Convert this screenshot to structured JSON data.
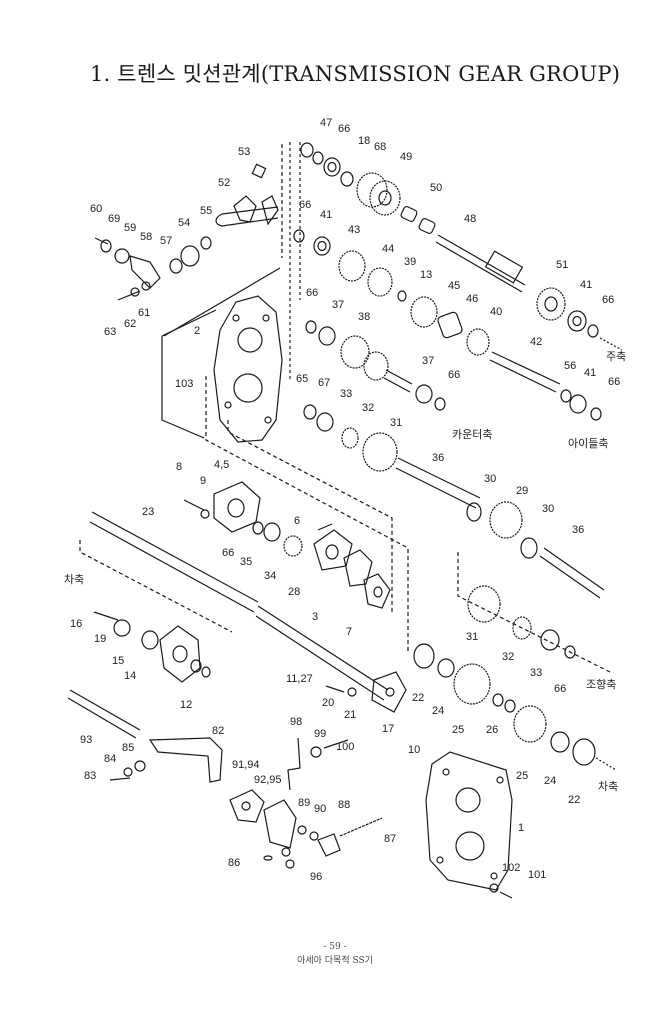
{
  "title": "1. 트렌스 밋션관계(TRANSMISSION GEAR GROUP)",
  "footer": {
    "page_number": "- 59 -",
    "book_title": "아세아 다목적 SS기"
  },
  "shaft_labels": {
    "main_shaft": "주축",
    "counter_shaft": "카운터축",
    "idle_shaft": "아이들축",
    "axle": "차축",
    "steering_shaft": "조향축",
    "axle_right": "차축"
  },
  "part_numbers": [
    "47",
    "66",
    "18",
    "68",
    "49",
    "53",
    "52",
    "50",
    "48",
    "60",
    "69",
    "59",
    "58",
    "54",
    "55",
    "57",
    "66",
    "41",
    "43",
    "44",
    "39",
    "13",
    "45",
    "46",
    "40",
    "51",
    "41",
    "66",
    "63",
    "62",
    "61",
    "2",
    "66",
    "37",
    "38",
    "42",
    "37",
    "66",
    "56",
    "41",
    "66",
    "103",
    "65",
    "67",
    "33",
    "32",
    "31",
    "36",
    "30",
    "29",
    "30",
    "36",
    "8",
    "9",
    "4,5",
    "23",
    "6",
    "66",
    "35",
    "34",
    "28",
    "3",
    "7",
    "16",
    "19",
    "15",
    "14",
    "12",
    "11,27",
    "31",
    "32",
    "33",
    "66",
    "22",
    "24",
    "25",
    "26",
    "25",
    "24",
    "22",
    "20",
    "21",
    "17",
    "93",
    "82",
    "85",
    "84",
    "83",
    "98",
    "99",
    "100",
    "91,94",
    "92,95",
    "89",
    "90",
    "88",
    "87",
    "86",
    "96",
    "10",
    "1",
    "102",
    "101"
  ]
}
